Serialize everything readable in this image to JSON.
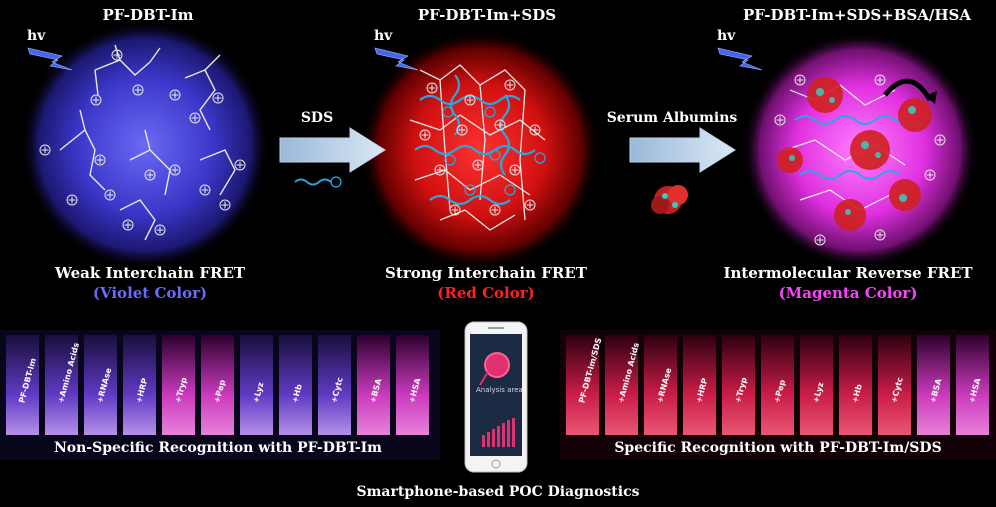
{
  "panels": [
    {
      "title": "PF-DBT-Im",
      "caption": "Weak Interchain FRET",
      "color_label": "(Violet Color)",
      "color_hex": "#5a5ae8"
    },
    {
      "title": "PF-DBT-Im+SDS",
      "caption": "Strong Interchain FRET",
      "color_label": "(Red Color)",
      "color_hex": "#ff2020"
    },
    {
      "title": "PF-DBT-Im+SDS+BSA/HSA",
      "caption": "Intermolecular Reverse FRET",
      "color_label": "(Magenta Color)",
      "color_hex": "#ff40ff"
    }
  ],
  "light_label": "hv",
  "arrows": [
    {
      "label": "SDS"
    },
    {
      "label": "Serum Albumins"
    }
  ],
  "left_tubes": {
    "labels": [
      "PF-DBT-Im",
      "+Amino Acids",
      "+RNAse",
      "+HRP",
      "+Tryp",
      "+Pep",
      "+Lyz",
      "+Hb",
      "+Cytc",
      "+BSA",
      "+HSA"
    ],
    "caption": "Non-Specific Recognition with PF-DBT-Im"
  },
  "right_tubes": {
    "labels": [
      "PF-DBT-Im/SDS",
      "+Amino Acids",
      "+RNAse",
      "+HRP",
      "+Tryp",
      "+Pep",
      "+Lyz",
      "+Hb",
      "+Cytc",
      "+BSA",
      "+HSA"
    ],
    "caption": "Specific Recognition with PF-DBT-Im/SDS"
  },
  "phone": {
    "heading": "Analysis area",
    "caption": "Smartphone-based POC Diagnostics"
  }
}
